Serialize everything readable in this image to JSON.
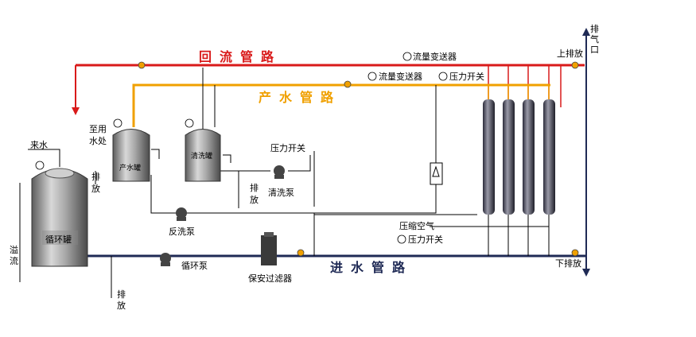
{
  "pipelines": {
    "return_line": {
      "label": "回流管路",
      "color": "#d91a1a"
    },
    "product_line": {
      "label": "产水管路",
      "color": "#f0a000"
    },
    "feed_line": {
      "label": "进水管路",
      "color": "#1f2a55"
    }
  },
  "equipment": {
    "circulation_tank": "循环罐",
    "product_tank": "产水罐",
    "cleaning_tank": "清洗罐",
    "circulation_pump": "循环泵",
    "backwash_pump": "反洗泵",
    "cleaning_pump": "清洗泵",
    "security_filter": "保安过滤器"
  },
  "instruments": {
    "flow_transmitter_1": "流量变送器",
    "flow_transmitter_2": "流量变送器",
    "pressure_switch_top": "压力开关",
    "pressure_switch_middle": "压力开关",
    "pressure_switch_bottom": "压力开关"
  },
  "annotations": {
    "incoming_water": "来水",
    "to_use_point": [
      "至用",
      "水处"
    ],
    "overflow": [
      "溢",
      "流"
    ],
    "drain_circ": [
      "排",
      "放"
    ],
    "drain_product": [
      "排",
      "放"
    ],
    "drain_clean": [
      "排",
      "放"
    ],
    "upper_drain": "上排放",
    "lower_drain": "下排放",
    "vent": [
      "排",
      "气",
      "口"
    ],
    "compressed_air": "压缩空气"
  },
  "membrane_modules": {
    "count": 4
  },
  "colors": {
    "red": "#d91a1a",
    "orange": "#f0a000",
    "navy": "#1f2a55",
    "vessel_gray": "#8a8a8a",
    "valve_orange": "#f0a000"
  }
}
